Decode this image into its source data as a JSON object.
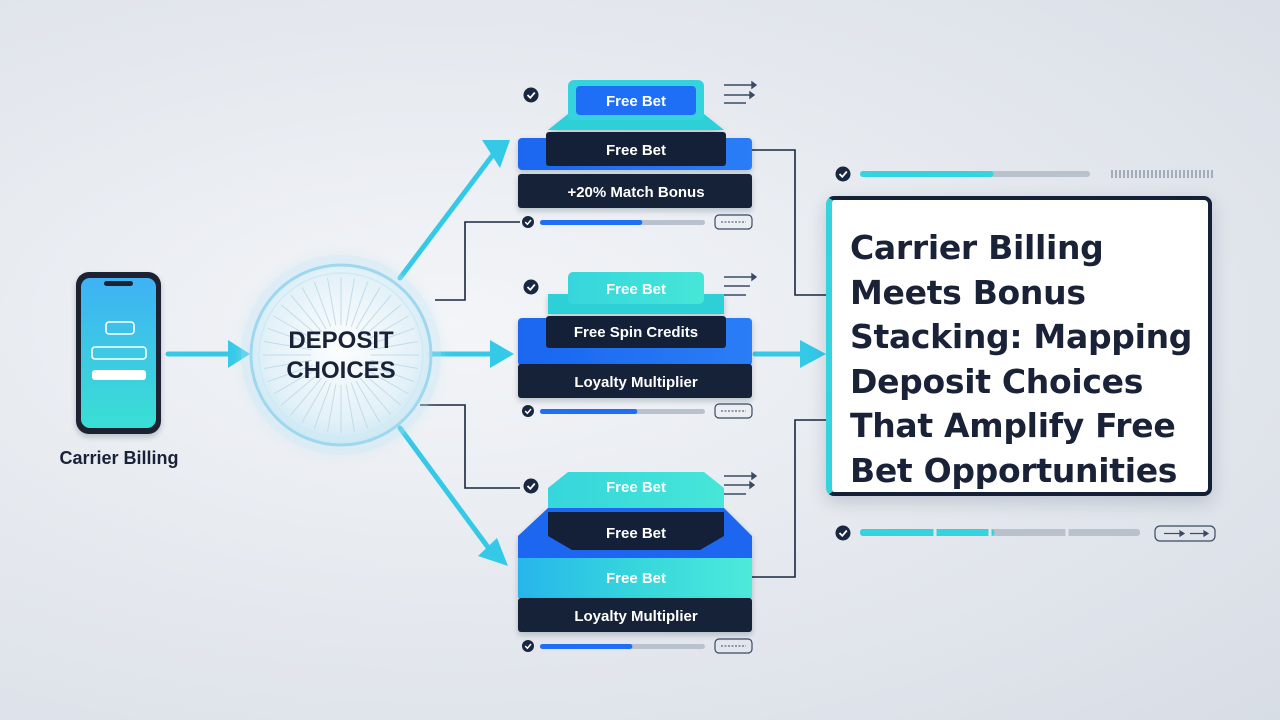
{
  "source": {
    "label": "Carrier Billing"
  },
  "hub": {
    "line1": "DEPOSIT",
    "line2": "CHOICES"
  },
  "stacks": [
    {
      "top": "Free Bet",
      "middle": "Free Bet",
      "bottom": "+20% Match Bonus"
    },
    {
      "top": "Free Bet",
      "middle": "Free Spin Credits",
      "bottom": "Loyalty Multiplier"
    },
    {
      "top": "Free Bet",
      "middle": "Free Bet",
      "band": "Free Bet",
      "bottom": "Loyalty Multiplier"
    }
  ],
  "title": "Carrier Billing Meets Bonus Stacking: Mapping Deposit Choices That Amplify Free Bet Opportunities Ac.",
  "progress": [
    {
      "fill": 0.62
    },
    {
      "fill": 0.59
    },
    {
      "fill": 0.56
    },
    {
      "fill": 0.58
    },
    {
      "fill": 0.48
    }
  ],
  "colors": {
    "navy": "#132038",
    "blue": "#1e6ff5",
    "cyan": "#35d3de",
    "arrow": "#35c9e8",
    "text": "#1a2238"
  },
  "icons": [
    "smartphone-icon",
    "check-circle-icon",
    "arrow-right-icon",
    "lines-arrow-icon"
  ]
}
